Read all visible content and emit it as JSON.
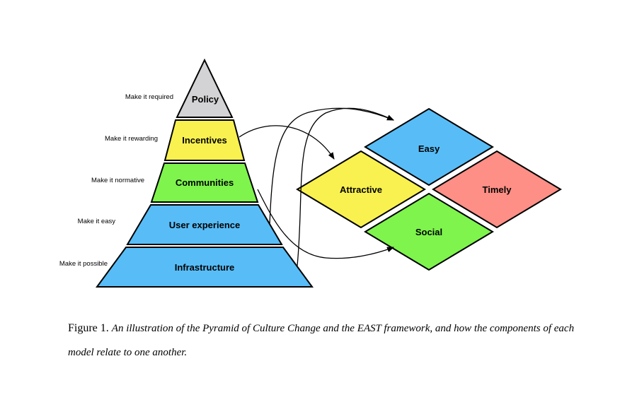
{
  "pyramid": {
    "tiers": [
      {
        "name": "Policy",
        "action": "Make it required",
        "color": "#d3d3d5"
      },
      {
        "name": "Incentives",
        "action": "Make it rewarding",
        "color": "#f9f14f"
      },
      {
        "name": "Communities",
        "action": "Make it normative",
        "color": "#7ef44d"
      },
      {
        "name": "User experience",
        "action": "Make it easy",
        "color": "#58bdf7"
      },
      {
        "name": "Infrastructure",
        "action": "Make it possible",
        "color": "#58bdf7"
      }
    ]
  },
  "east": {
    "easy": {
      "label": "Easy",
      "color": "#58bdf7"
    },
    "attractive": {
      "label": "Attractive",
      "color": "#f9f14f"
    },
    "timely": {
      "label": "Timely",
      "color": "#fd8f86"
    },
    "social": {
      "label": "Social",
      "color": "#7ef44d"
    }
  },
  "caption": {
    "number": "Figure 1.",
    "text": "An illustration of the Pyramid of Culture Change and the EAST framework, and how the components of each model relate to one another."
  }
}
